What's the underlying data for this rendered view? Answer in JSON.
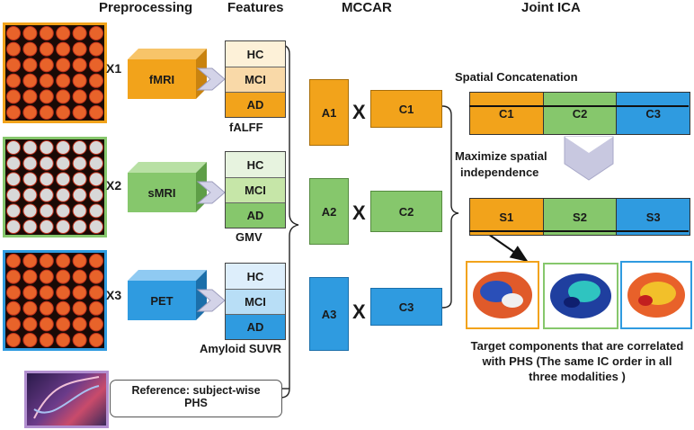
{
  "headers": {
    "preprocessing": "Preprocessing",
    "features": "Features",
    "mccar": "MCCAR",
    "joint_ica": "Joint ICA"
  },
  "modalities": [
    {
      "x_label": "X1",
      "name": "fMRI",
      "feature": "fALFF",
      "groups": [
        "HC",
        "MCI",
        "AD"
      ],
      "color": "#f2a31b",
      "group_colors": [
        "#fdf1d8",
        "#f9d9a8",
        "#f2a31b"
      ],
      "border": "#f2a31b"
    },
    {
      "x_label": "X2",
      "name": "sMRI",
      "feature": "GMV",
      "groups": [
        "HC",
        "MCI",
        "AD"
      ],
      "color": "#86c76c",
      "group_colors": [
        "#e7f3df",
        "#c6e6a8",
        "#86c76c"
      ],
      "border": "#86c76c"
    },
    {
      "x_label": "X3",
      "name": "PET",
      "feature": "Amyloid SUVR",
      "groups": [
        "HC",
        "MCI",
        "AD"
      ],
      "color": "#2f9be0",
      "group_colors": [
        "#ddeefb",
        "#b8def6",
        "#2f9be0"
      ],
      "border": "#2f9be0"
    }
  ],
  "mccar": {
    "a_labels": [
      "A1",
      "A2",
      "A3"
    ],
    "c_labels": [
      "C1",
      "C2",
      "C3"
    ],
    "times": "X"
  },
  "joint_ica": {
    "spatial_concat": "Spatial Concatenation",
    "concat_labels": [
      "C1",
      "C2",
      "C3"
    ],
    "maximize_line1": "Maximize spatial",
    "maximize_line2": "independence",
    "source_labels": [
      "S1",
      "S2",
      "S3"
    ],
    "target_line1": "Target components that are correlated",
    "target_line2": "with PHS (The same IC order in all",
    "target_line3": "three modalities )"
  },
  "reference": {
    "line1": "Reference: subject-wise",
    "line2": "PHS"
  }
}
